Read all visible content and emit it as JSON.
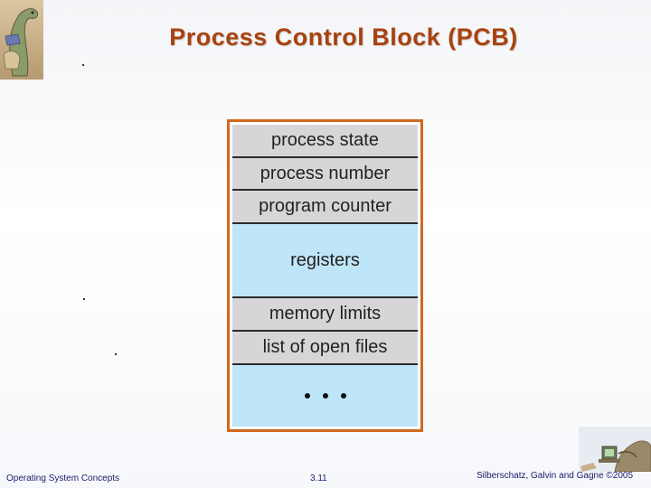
{
  "slide": {
    "title": "Process Control Block (PCB)"
  },
  "pcb": {
    "fields": [
      {
        "label": "process state",
        "fill": "gray"
      },
      {
        "label": "process number",
        "fill": "gray"
      },
      {
        "label": "program counter",
        "fill": "gray"
      },
      {
        "label": "registers",
        "fill": "blue"
      },
      {
        "label": "memory limits",
        "fill": "gray"
      },
      {
        "label": "list of open files",
        "fill": "gray"
      }
    ],
    "ellipsis": "• • •",
    "border_color": "#d2691e",
    "gray_color": "#d6d6d8",
    "blue_color": "#bfe5f8"
  },
  "footer": {
    "left": "Operating System Concepts",
    "center": "3.11",
    "right": "Silberschatz, Galvin and Gagne ©2005"
  },
  "colors": {
    "title": "#a8420f",
    "footer_text": "#1a1a6a"
  },
  "icons": {
    "top_logo": "dinosaur-logo-icon",
    "bottom_logo": "dinosaur-computer-icon"
  }
}
